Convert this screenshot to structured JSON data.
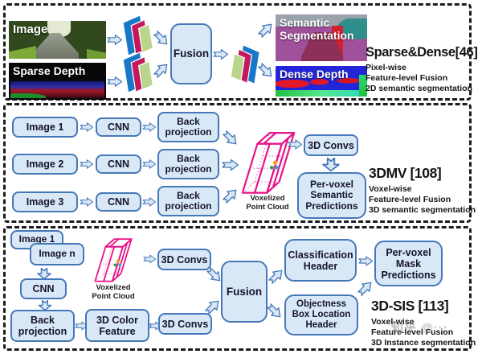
{
  "panel1": {
    "input_image_label": "Image",
    "sparse_depth_label": "Sparse Depth",
    "fusion_label": "Fusion",
    "semantic_label": "Semantic\nSegmentation",
    "dense_label": "Dense Depth",
    "title": "Sparse&Dense[46]",
    "notes": [
      "Pixel-wise",
      "Feature-level Fusion",
      "2D semantic segmentation"
    ]
  },
  "panel2": {
    "rows": [
      {
        "image": "Image 1",
        "cnn": "CNN",
        "backproj": "Back\nprojection"
      },
      {
        "image": "Image 2",
        "cnn": "CNN",
        "backproj": "Back\nprojection"
      },
      {
        "image": "Image 3",
        "cnn": "CNN",
        "backproj": "Back\nprojection"
      }
    ],
    "voxel_caption": "Voxelized\nPoint Cloud",
    "convs": "3D Convs",
    "output": "Per-voxel\nSemantic\nPredictions",
    "title": "3DMV [108]",
    "notes": [
      "Voxel-wise",
      "Feature-level Fusion",
      "3D semantic segmentation"
    ]
  },
  "panel3": {
    "image1": "Image 1",
    "image_n": "Image n",
    "cnn": "CNN",
    "backproj": "Back\nprojection",
    "color_feature": "3D Color\nFeature",
    "convs_top": "3D Convs",
    "convs_bottom": "3D Convs",
    "voxel_caption": "Voxelized\nPoint Cloud",
    "fusion": "Fusion",
    "class_header": "Classification\nHeader",
    "obj_header": "Objectness\nBox Location\nHeader",
    "output": "Per-voxel\nMask\nPredictions",
    "title": "3D-SIS [113]",
    "notes": [
      "Voxel-wise",
      "Feature-level Fusion",
      "3D Instance segmentation"
    ]
  },
  "watermark": "知乎 @···",
  "colors": {
    "box_fill": "#d9e8f7",
    "box_border": "#4678b8",
    "voxel_magenta": "#e8128a",
    "stack_blue": "#1878c8",
    "stack_red": "#c2195e",
    "stack_green": "#b9d68c"
  }
}
